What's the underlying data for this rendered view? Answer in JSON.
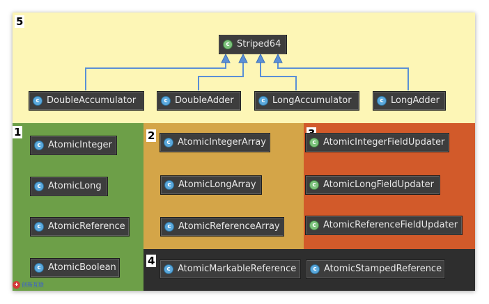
{
  "regions": {
    "r1": "1",
    "r2": "2",
    "r3": "3",
    "r4": "4",
    "r5": "5"
  },
  "root": {
    "label": "Striped64",
    "icon": "abstract-class-icon"
  },
  "children": [
    {
      "label": "DoubleAccumulator",
      "icon": "class-icon"
    },
    {
      "label": "DoubleAdder",
      "icon": "class-icon"
    },
    {
      "label": "LongAccumulator",
      "icon": "class-icon"
    },
    {
      "label": "LongAdder",
      "icon": "class-icon"
    }
  ],
  "group1": [
    "AtomicInteger",
    "AtomicLong",
    "AtomicReference",
    "AtomicBoolean"
  ],
  "group2": [
    "AtomicIntegerArray",
    "AtomicLongArray",
    "AtomicReferenceArray"
  ],
  "group3": [
    "AtomicIntegerFieldUpdater",
    "AtomicLongFieldUpdater",
    "AtomicReferenceFieldUpdater"
  ],
  "group4": [
    "AtomicMarkableReference",
    "AtomicStampedReference"
  ],
  "icon_glyph": {
    "class": "c",
    "abstract": "c"
  },
  "watermark": {
    "text": "创新互联"
  },
  "colors": {
    "region5": "#fdf6b6",
    "region1": "#6d9f48",
    "region2": "#d4a548",
    "region3": "#d25a2a",
    "region4": "#2e2e2e",
    "edge": "#5a8fd6"
  }
}
